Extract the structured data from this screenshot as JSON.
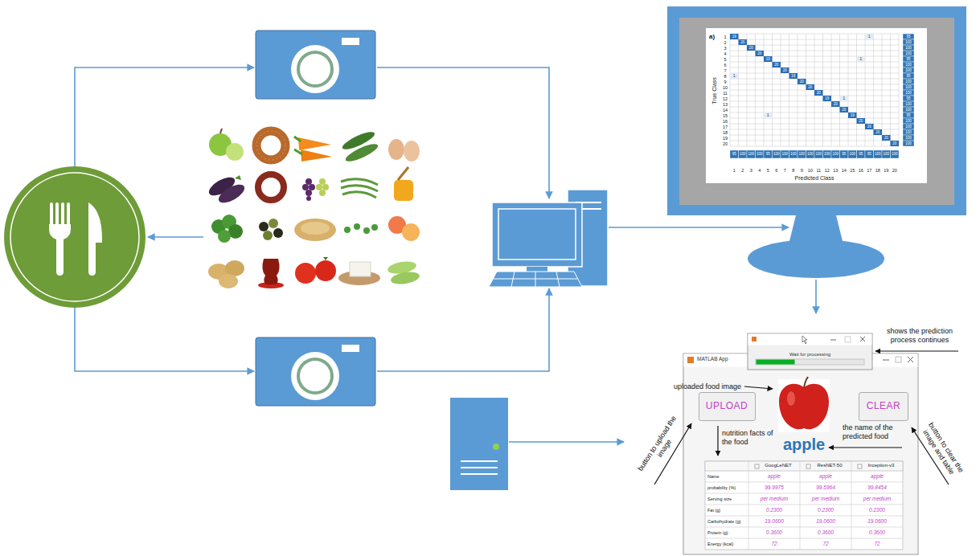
{
  "diagram": {
    "nodes": [
      {
        "text": [
          "Wait for processing"
        ]
      },
      {
        "text": [
          "MATLAB App"
        ]
      },
      {
        "text": [
          "UPLOAD"
        ],
        "in": 1
      },
      {
        "text": [
          "CLEAR"
        ],
        "in": 1
      }
    ],
    "labels": [
      "a)",
      "True Class",
      "Predicted Class",
      "1",
      "2",
      "3",
      "4",
      "5",
      "6",
      "7",
      "8",
      "9",
      "10",
      "11",
      "12",
      "13",
      "14",
      "15",
      "16",
      "17",
      "18",
      "19",
      "20",
      "1",
      "2",
      "3",
      "4",
      "5",
      "6",
      "7",
      "8",
      "9",
      "10",
      "11",
      "12",
      "13",
      "14",
      "15",
      "16",
      "17",
      "18",
      "19",
      "20",
      "19",
      "20",
      "20",
      "20",
      "19",
      "20",
      "20",
      "19",
      "20",
      "20",
      "20",
      "19",
      "20",
      "20",
      "19",
      "20",
      "20",
      "20",
      "20",
      "20",
      "1",
      "1",
      "1",
      "1",
      "1",
      "95",
      "100",
      "100",
      "100",
      "95",
      "100",
      "100",
      "95",
      "100",
      "100",
      "100",
      "95",
      "100",
      "100",
      "95",
      "100",
      "100",
      "100",
      "100",
      "100",
      "95",
      "100",
      "100",
      "100",
      "95",
      "100",
      "100",
      "100",
      "100",
      "100",
      "100",
      "100",
      "100",
      "95",
      "100",
      "95",
      "95",
      "100",
      "100",
      "100",
      "shows the prediction process continues",
      "uploaded food image",
      "button to upload the image",
      "nutrition facts of the food",
      "apple",
      "the name of the predicted food",
      "button to clear the image and table",
      "GoogLeNET",
      "ResNET-50",
      "Inception-v3",
      "Name",
      "apple",
      "apple",
      "apple",
      "probability (%)",
      "99.9975",
      "99.5964",
      "99.8454",
      "Serving size",
      "per medium",
      "per medium",
      "per medium",
      "Fat (g)",
      "0.2300",
      "0.2300",
      "0.2300",
      "Carbohydrate (g)",
      "19.0600",
      "19.0600",
      "19.0600",
      "Protein (g)",
      "0.3600",
      "0.3600",
      "0.3600",
      "Energy (kcal)",
      "72",
      "72",
      "72"
    ]
  }
}
